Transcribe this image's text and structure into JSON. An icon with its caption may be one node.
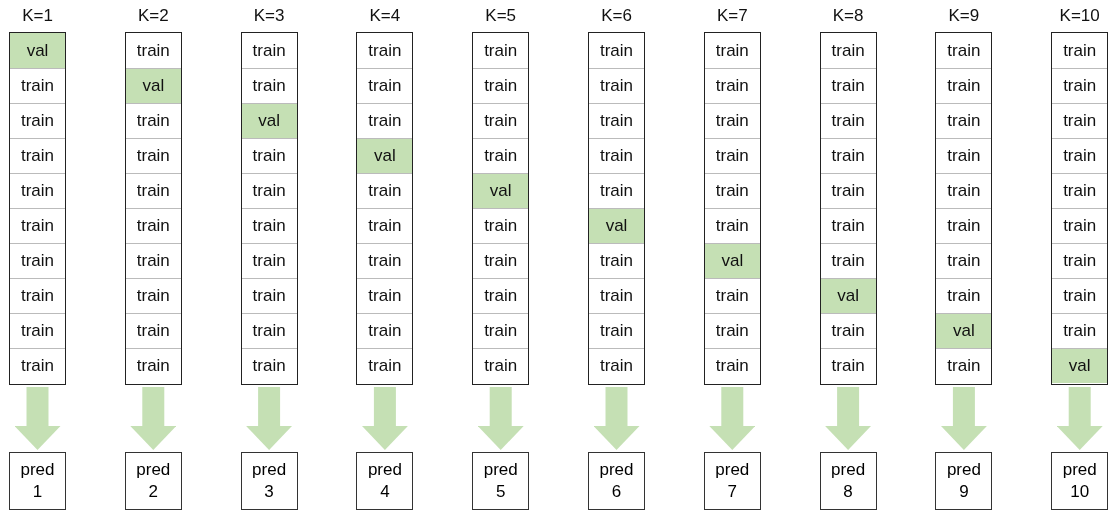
{
  "diagram": {
    "nodes": [
      {
        "text": [
          "K=1"
        ]
      },
      {
        "text": [
          "val"
        ],
        "in": 0
      },
      {
        "text": [
          "train"
        ],
        "in": 0
      },
      {
        "text": [
          "train"
        ],
        "in": 0
      },
      {
        "text": [
          "train"
        ],
        "in": 0
      },
      {
        "text": [
          "train"
        ],
        "in": 0
      },
      {
        "text": [
          "train"
        ],
        "in": 0
      },
      {
        "text": [
          "train"
        ],
        "in": 0
      },
      {
        "text": [
          "train"
        ],
        "in": 0
      },
      {
        "text": [
          "train"
        ],
        "in": 0
      },
      {
        "text": [
          "train"
        ],
        "in": 0
      },
      {
        "text": [
          "K=2"
        ]
      },
      {
        "text": [
          "train"
        ],
        "in": 11
      },
      {
        "text": [
          "val"
        ],
        "in": 11
      },
      {
        "text": [
          "train"
        ],
        "in": 11
      },
      {
        "text": [
          "train"
        ],
        "in": 11
      },
      {
        "text": [
          "train"
        ],
        "in": 11
      },
      {
        "text": [
          "train"
        ],
        "in": 11
      },
      {
        "text": [
          "train"
        ],
        "in": 11
      },
      {
        "text": [
          "train"
        ],
        "in": 11
      },
      {
        "text": [
          "train"
        ],
        "in": 11
      },
      {
        "text": [
          "train"
        ],
        "in": 11
      },
      {
        "text": [
          "K=3"
        ]
      },
      {
        "text": [
          "train"
        ],
        "in": 22
      },
      {
        "text": [
          "train"
        ],
        "in": 22
      },
      {
        "text": [
          "val"
        ],
        "in": 22
      },
      {
        "text": [
          "train"
        ],
        "in": 22
      },
      {
        "text": [
          "train"
        ],
        "in": 22
      },
      {
        "text": [
          "train"
        ],
        "in": 22
      },
      {
        "text": [
          "train"
        ],
        "in": 22
      },
      {
        "text": [
          "train"
        ],
        "in": 22
      },
      {
        "text": [
          "train"
        ],
        "in": 22
      },
      {
        "text": [
          "train"
        ],
        "in": 22
      },
      {
        "text": [
          "K=4"
        ]
      },
      {
        "text": [
          "train"
        ],
        "in": 33
      },
      {
        "text": [
          "train"
        ],
        "in": 33
      },
      {
        "text": [
          "train"
        ],
        "in": 33
      },
      {
        "text": [
          "val"
        ],
        "in": 33
      },
      {
        "text": [
          "train"
        ],
        "in": 33
      },
      {
        "text": [
          "train"
        ],
        "in": 33
      },
      {
        "text": [
          "train"
        ],
        "in": 33
      },
      {
        "text": [
          "train"
        ],
        "in": 33
      },
      {
        "text": [
          "train"
        ],
        "in": 33
      },
      {
        "text": [
          "train"
        ],
        "in": 33
      },
      {
        "text": [
          "K=5"
        ]
      },
      {
        "text": [
          "train"
        ],
        "in": 44
      },
      {
        "text": [
          "train"
        ],
        "in": 44
      },
      {
        "text": [
          "train"
        ],
        "in": 44
      },
      {
        "text": [
          "train"
        ],
        "in": 44
      },
      {
        "text": [
          "val"
        ],
        "in": 44
      },
      {
        "text": [
          "train"
        ],
        "in": 44
      },
      {
        "text": [
          "train"
        ],
        "in": 44
      },
      {
        "text": [
          "train"
        ],
        "in": 44
      },
      {
        "text": [
          "train"
        ],
        "in": 44
      },
      {
        "text": [
          "train"
        ],
        "in": 44
      },
      {
        "text": [
          "K=6"
        ]
      },
      {
        "text": [
          "train"
        ],
        "in": 55
      },
      {
        "text": [
          "train"
        ],
        "in": 55
      },
      {
        "text": [
          "train"
        ],
        "in": 55
      },
      {
        "text": [
          "train"
        ],
        "in": 55
      },
      {
        "text": [
          "train"
        ],
        "in": 55
      },
      {
        "text": [
          "val"
        ],
        "in": 55
      },
      {
        "text": [
          "train"
        ],
        "in": 55
      },
      {
        "text": [
          "train"
        ],
        "in": 55
      },
      {
        "text": [
          "train"
        ],
        "in": 55
      },
      {
        "text": [
          "train"
        ],
        "in": 55
      },
      {
        "text": [
          "K=7"
        ]
      },
      {
        "text": [
          "train"
        ],
        "in": 66
      },
      {
        "text": [
          "train"
        ],
        "in": 66
      },
      {
        "text": [
          "train"
        ],
        "in": 66
      },
      {
        "text": [
          "train"
        ],
        "in": 66
      },
      {
        "text": [
          "train"
        ],
        "in": 66
      },
      {
        "text": [
          "train"
        ],
        "in": 66
      },
      {
        "text": [
          "val"
        ],
        "in": 66
      },
      {
        "text": [
          "train"
        ],
        "in": 66
      },
      {
        "text": [
          "train"
        ],
        "in": 66
      },
      {
        "text": [
          "train"
        ],
        "in": 66
      },
      {
        "text": [
          "K=8"
        ]
      },
      {
        "text": [
          "train"
        ],
        "in": 77
      },
      {
        "text": [
          "train"
        ],
        "in": 77
      },
      {
        "text": [
          "train"
        ],
        "in": 77
      },
      {
        "text": [
          "train"
        ],
        "in": 77
      },
      {
        "text": [
          "train"
        ],
        "in": 77
      },
      {
        "text": [
          "train"
        ],
        "in": 77
      },
      {
        "text": [
          "train"
        ],
        "in": 77
      },
      {
        "text": [
          "val"
        ],
        "in": 77
      },
      {
        "text": [
          "train"
        ],
        "in": 77
      },
      {
        "text": [
          "train"
        ],
        "in": 77
      },
      {
        "text": [
          "K=9"
        ]
      },
      {
        "text": [
          "train"
        ],
        "in": 88
      },
      {
        "text": [
          "train"
        ],
        "in": 88
      },
      {
        "text": [
          "train"
        ],
        "in": 88
      },
      {
        "text": [
          "train"
        ],
        "in": 88
      },
      {
        "text": [
          "train"
        ],
        "in": 88
      },
      {
        "text": [
          "train"
        ],
        "in": 88
      },
      {
        "text": [
          "train"
        ],
        "in": 88
      },
      {
        "text": [
          "train"
        ],
        "in": 88
      },
      {
        "text": [
          "val"
        ],
        "in": 88
      },
      {
        "text": [
          "train"
        ],
        "in": 88
      },
      {
        "text": [
          "K=10"
        ]
      },
      {
        "text": [
          "train"
        ],
        "in": 99
      },
      {
        "text": [
          "train"
        ],
        "in": 99
      },
      {
        "text": [
          "train"
        ],
        "in": 99
      },
      {
        "text": [
          "train"
        ],
        "in": 99
      },
      {
        "text": [
          "train"
        ],
        "in": 99
      },
      {
        "text": [
          "train"
        ],
        "in": 99
      },
      {
        "text": [
          "train"
        ],
        "in": 99
      },
      {
        "text": [
          "train"
        ],
        "in": 99
      },
      {
        "text": [
          "train"
        ],
        "in": 99
      },
      {
        "text": [
          "val"
        ],
        "in": 99
      },
      {
        "text": [
          "pred 1"
        ]
      },
      {
        "text": [
          "pred 2"
        ]
      },
      {
        "text": [
          "pred 3"
        ]
      },
      {
        "text": [
          "pred 4"
        ]
      },
      {
        "text": [
          "pred 5"
        ]
      },
      {
        "text": [
          "pred 6"
        ]
      },
      {
        "text": [
          "pred 7"
        ]
      },
      {
        "text": [
          "pred 8"
        ]
      },
      {
        "text": [
          "pred 9"
        ]
      },
      {
        "text": [
          "pred 10"
        ]
      }
    ],
    "edges": [
      {
        "from": 0,
        "to": 110,
        "arrow": "to"
      },
      {
        "from": 11,
        "to": 111,
        "arrow": "to"
      },
      {
        "from": 22,
        "to": 112,
        "arrow": "to"
      },
      {
        "from": 33,
        "to": 113,
        "arrow": "to"
      },
      {
        "from": 44,
        "to": 114,
        "arrow": "to"
      },
      {
        "from": 55,
        "to": 115,
        "arrow": "to"
      },
      {
        "from": 66,
        "to": 116,
        "arrow": "to"
      },
      {
        "from": 77,
        "to": 117,
        "arrow": "to"
      },
      {
        "from": 88,
        "to": 118,
        "arrow": "to"
      },
      {
        "from": 99,
        "to": 119,
        "arrow": "to"
      }
    ]
  }
}
